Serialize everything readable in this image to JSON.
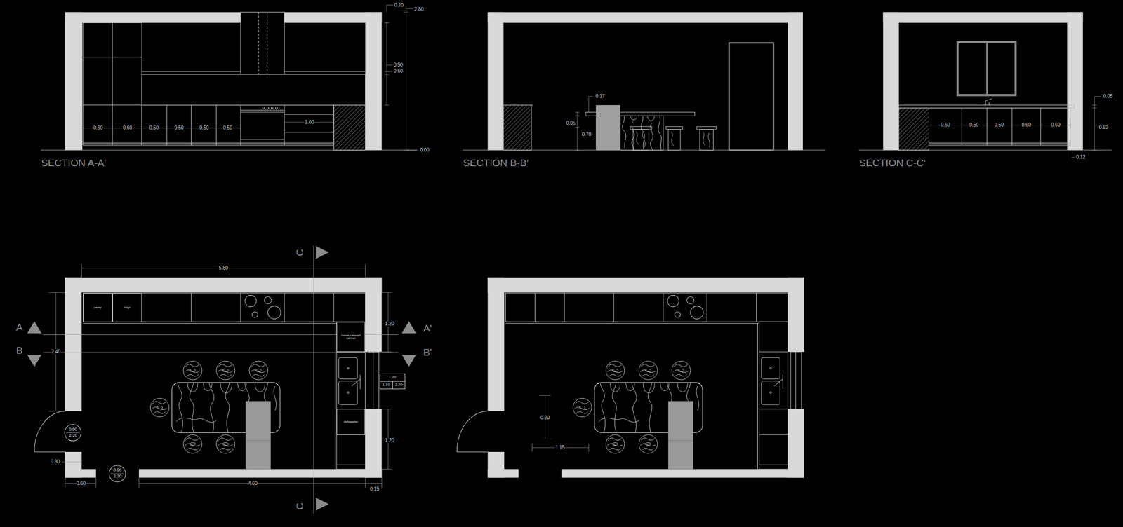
{
  "diagram": {
    "nodes": [
      {
        "text": [
          "pantry"
        ]
      },
      {
        "text": [
          "fridge"
        ]
      },
      {
        "text": [
          "corner carousel cabinet"
        ]
      },
      {
        "text": [
          "1.20",
          "1.10",
          "2.20"
        ]
      },
      {
        "text": [
          "dishwasher"
        ]
      },
      {
        "text": [
          "0.90",
          "2.20"
        ]
      },
      {
        "text": [
          "0.90",
          "2.20"
        ]
      }
    ],
    "labels": [
      "0.20",
      "2.80",
      "0.50",
      "0.60",
      "0.60",
      "0.60",
      "0.50",
      "0.50",
      "0.50",
      "0.50",
      "1.00",
      "0.00",
      "SECTION A-A'",
      "0.17",
      "0.05",
      "0.70",
      "SECTION B-B'",
      "0.05",
      "0.92",
      "0.60",
      "0.50",
      "0.50",
      "0.60",
      "0.60",
      "0.12",
      "SECTION C-C'",
      "C",
      "5.80",
      "A",
      "A'",
      "2.40",
      "B",
      "B'",
      "1.20",
      "1.20",
      "0.30",
      "0.60",
      "4.60",
      "0.15",
      "C",
      "0.90",
      "1.15"
    ]
  }
}
